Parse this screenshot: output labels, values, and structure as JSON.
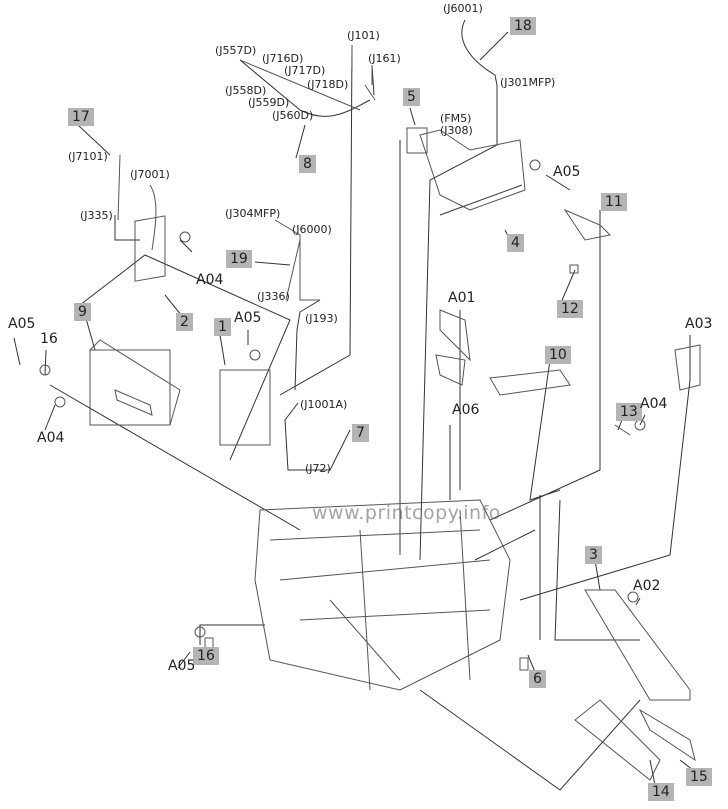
{
  "connectors": [
    "(J6001)",
    "(J301MFP)",
    "(J557D)",
    "(J716D)",
    "(J717D)",
    "(J718D)",
    "(J558D)",
    "(J559D)",
    "(J560D)",
    "(J101)",
    "(J161)",
    "(FM5)",
    "(J308)",
    "(J7101)",
    "(J7001)",
    "(J335)",
    "(J304MFP)",
    "(J6000)",
    "(J336)",
    "(J193)",
    "(J1001A)",
    "(J72)"
  ],
  "callouts": [
    "1",
    "2",
    "3",
    "4",
    "5",
    "6",
    "7",
    "8",
    "9",
    "10",
    "11",
    "12",
    "13",
    "14",
    "15",
    "16",
    "17",
    "18",
    "19"
  ],
  "screws": [
    "A01",
    "A02",
    "A03",
    "A04",
    "A05",
    "A06"
  ],
  "watermark": "www.printcopy.info",
  "callout_fill": "#b4b4b4"
}
